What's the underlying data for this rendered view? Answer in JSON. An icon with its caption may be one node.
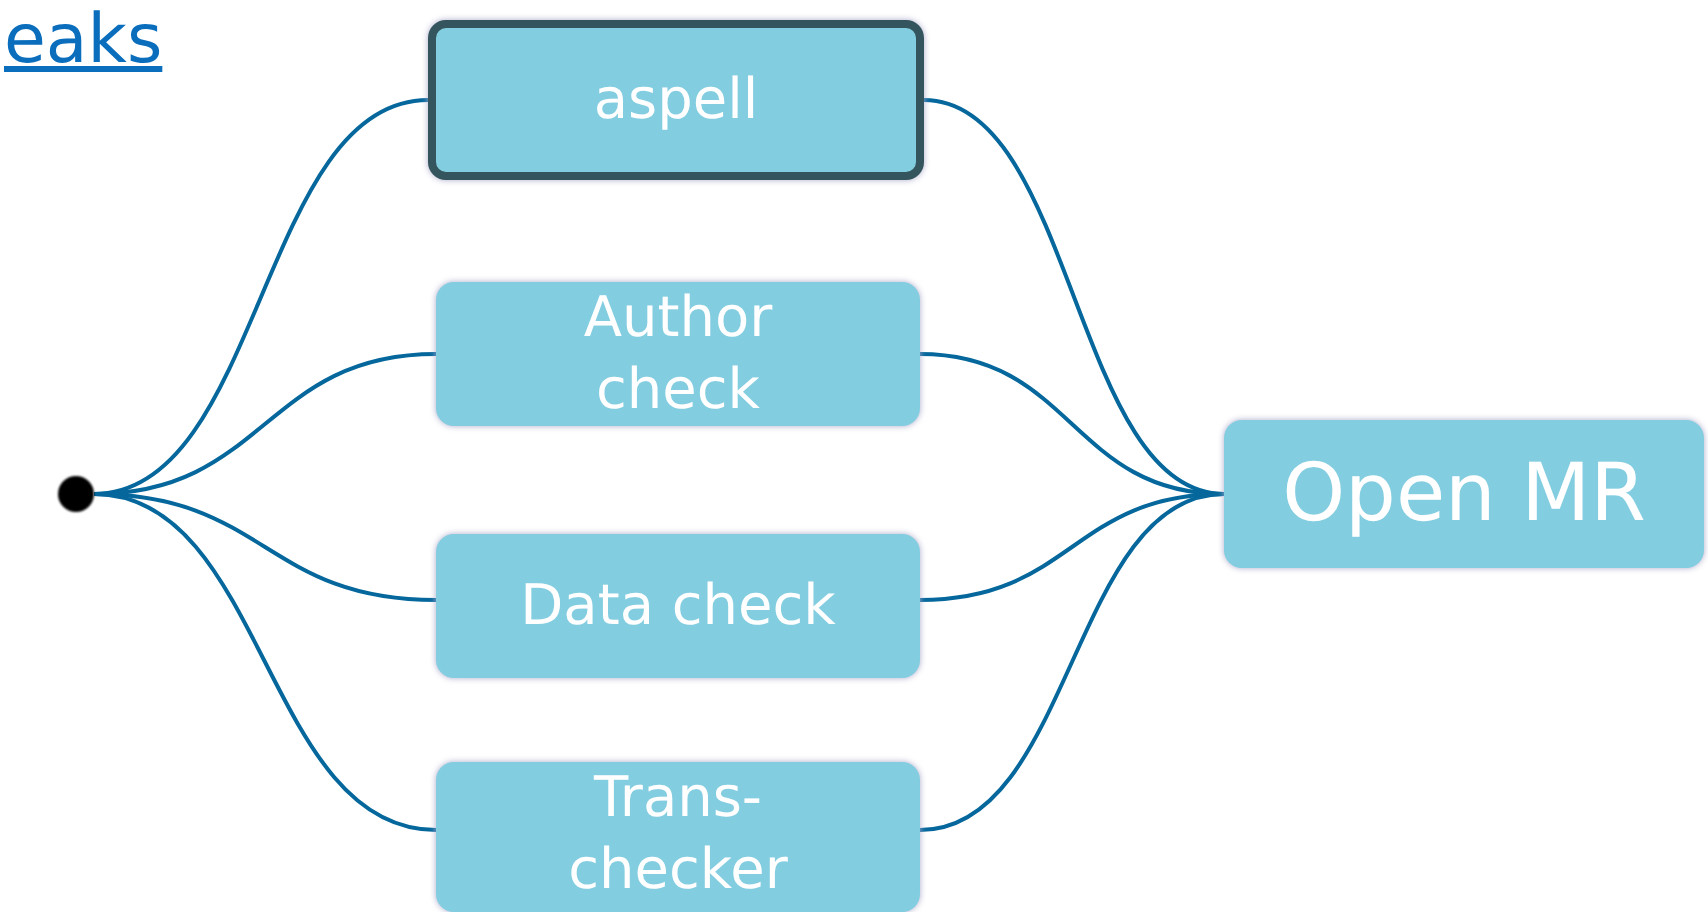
{
  "diagram": {
    "nodes": [
      {
        "text": [],
        "shape": "circle"
      },
      {
        "text": [
          "aspell"
        ]
      },
      {
        "text": [
          "Author check"
        ]
      },
      {
        "text": [
          "Data check"
        ]
      },
      {
        "text": [
          "Trans- checker"
        ]
      },
      {
        "text": [
          "Open MR"
        ]
      }
    ],
    "edges": [
      {
        "from": 0,
        "to": 1,
        "arrow": "none"
      },
      {
        "from": 0,
        "to": 2,
        "arrow": "none"
      },
      {
        "from": 0,
        "to": 3,
        "arrow": "none"
      },
      {
        "from": 0,
        "to": 4,
        "arrow": "none"
      },
      {
        "from": 1,
        "to": 5,
        "arrow": "none"
      },
      {
        "from": 2,
        "to": 5,
        "arrow": "none"
      },
      {
        "from": 3,
        "to": 5,
        "arrow": "none"
      },
      {
        "from": 4,
        "to": 5,
        "arrow": "none"
      }
    ],
    "labels": [
      "eaks"
    ]
  }
}
